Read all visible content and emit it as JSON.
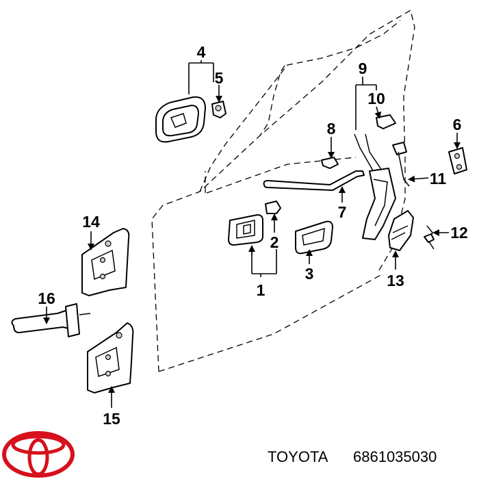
{
  "callouts": [
    "1",
    "2",
    "3",
    "4",
    "5",
    "6",
    "7",
    "8",
    "9",
    "10",
    "11",
    "12",
    "13",
    "14",
    "15",
    "16"
  ],
  "footer": {
    "brand": "TOYOTA",
    "part_number": "6861035030"
  },
  "icons": {
    "logo": "toyota-logo-icon"
  },
  "colors": {
    "logo_red": "#d6101c",
    "ink": "#000000"
  }
}
